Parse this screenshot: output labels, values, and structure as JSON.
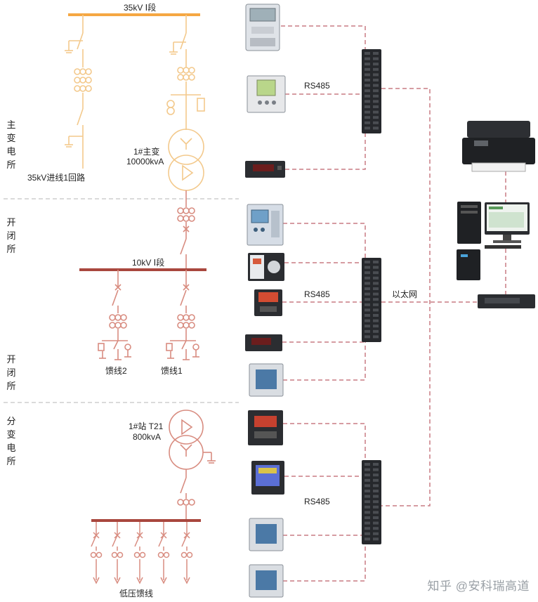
{
  "colors": {
    "bus_35kv": "#f5a742",
    "line_35kv": "#f3c98c",
    "bus_10kv": "#a9473e",
    "line_10kv": "#d88c80",
    "comm_line": "#c97b84",
    "divider": "#b5b5b5",
    "device_dark": "#2b2d31"
  },
  "sections": [
    {
      "label": "主变电所"
    },
    {
      "label": "开闭所"
    },
    {
      "label": "开闭所"
    },
    {
      "label": "分变电所"
    }
  ],
  "diagram": {
    "bus_35kv_label": "35kV Ⅰ段",
    "incoming_line_label": "35kV进线1回路",
    "main_transformer": {
      "name": "1#主变",
      "rating": "10000kvA"
    },
    "bus_10kv_label": "10kV Ⅰ段",
    "feeder_2_label": "馈线2",
    "feeder_1_label": "馈线1",
    "station_transformer": {
      "name": "1#站 T21",
      "rating": "800kvA"
    },
    "low_voltage_label": "低压馈线"
  },
  "network": {
    "rs485_labels": [
      "RS485",
      "RS485",
      "RS485"
    ],
    "ethernet_label": "以太网"
  },
  "devices": {
    "group1": [
      "energy-meter-icon",
      "protection-relay-icon",
      "digital-display-meter-icon"
    ],
    "group2": [
      "protection-relay-icon",
      "switchgear-controller-icon",
      "motor-protector-icon",
      "digital-display-meter-icon",
      "power-meter-icon"
    ],
    "group3": [
      "multifunction-meter-icon",
      "color-lcd-meter-icon",
      "power-meter-icon",
      "power-meter-icon"
    ],
    "workstation": [
      "printer-icon",
      "server-tower-icon",
      "monitor-icon",
      "ups-icon",
      "ethernet-switch-icon"
    ]
  },
  "watermark": "知乎 @安科瑞高道"
}
